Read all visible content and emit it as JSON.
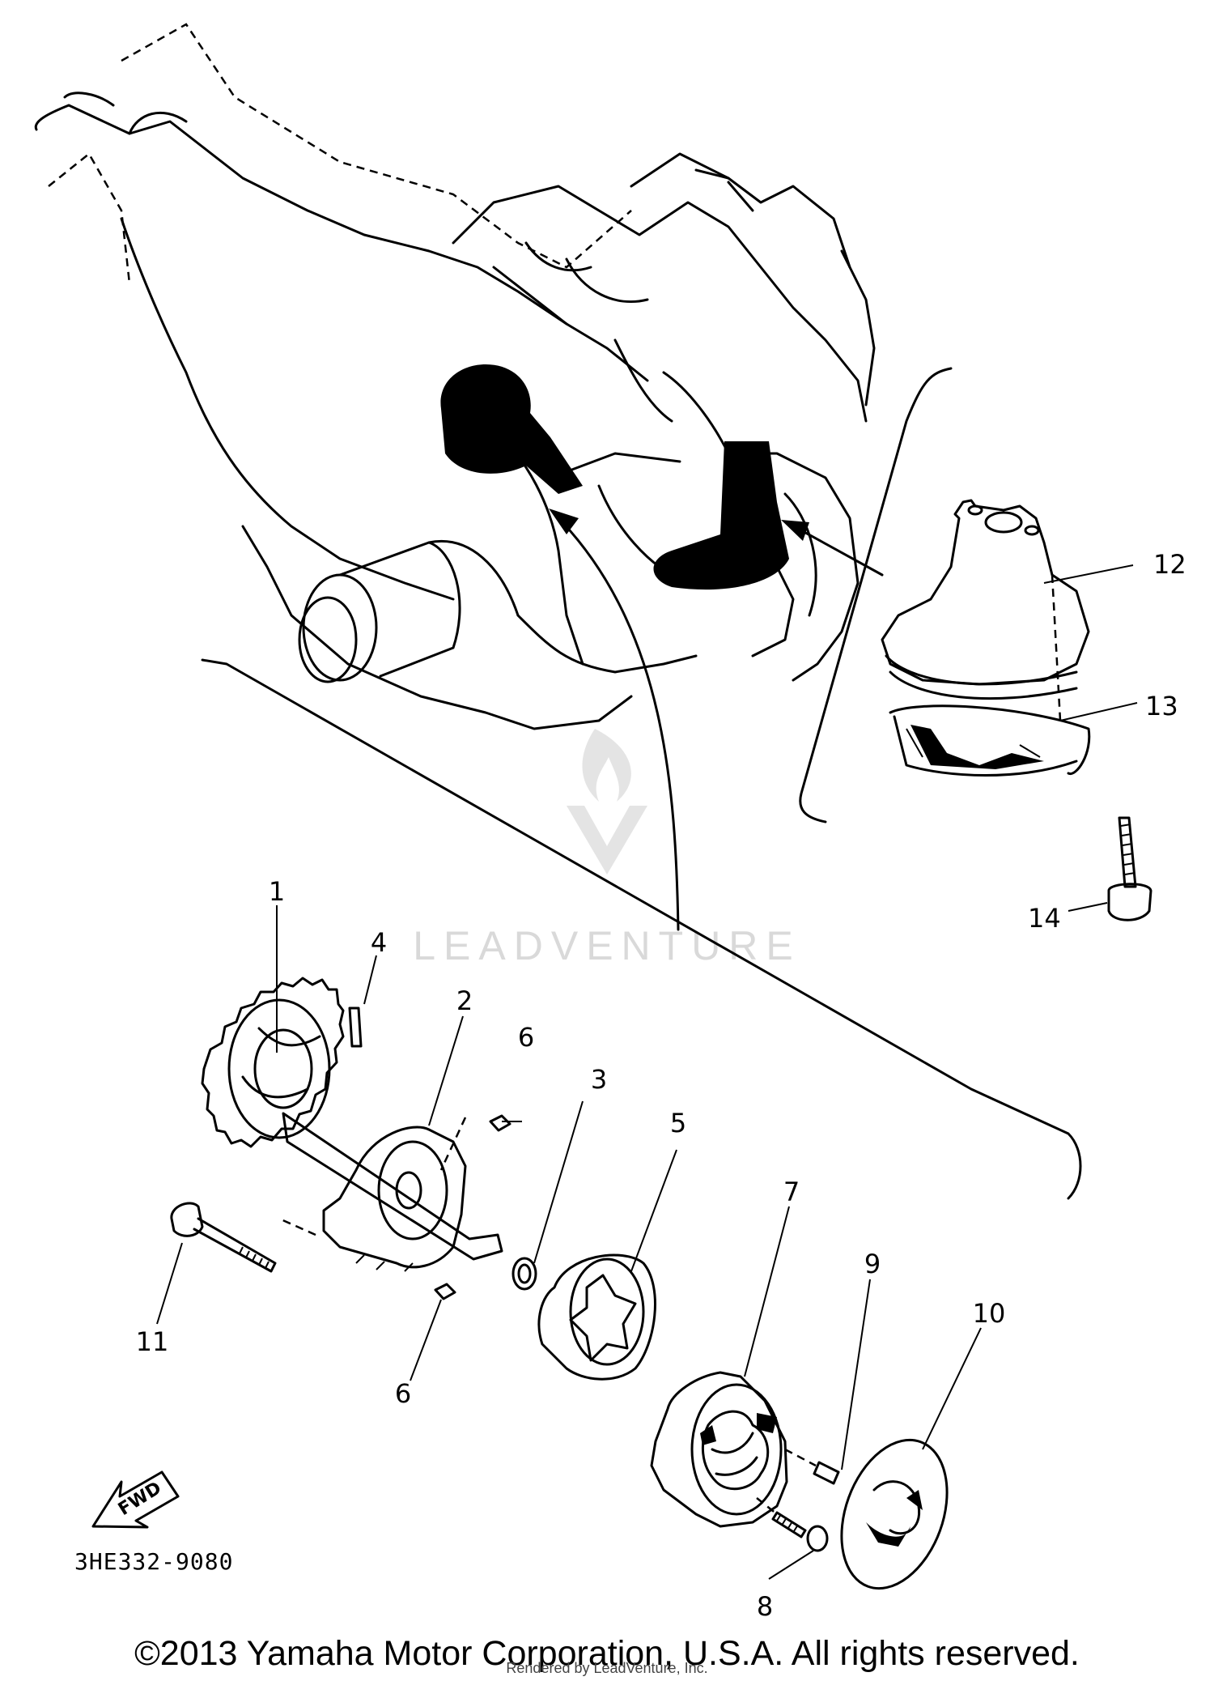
{
  "diagram": {
    "callouts": [
      {
        "id": "1",
        "label": "1"
      },
      {
        "id": "2",
        "label": "2"
      },
      {
        "id": "3",
        "label": "3"
      },
      {
        "id": "4",
        "label": "4"
      },
      {
        "id": "5",
        "label": "5"
      },
      {
        "id": "6a",
        "label": "6"
      },
      {
        "id": "6b",
        "label": "6"
      },
      {
        "id": "7",
        "label": "7"
      },
      {
        "id": "8",
        "label": "8"
      },
      {
        "id": "9",
        "label": "9"
      },
      {
        "id": "10",
        "label": "10"
      },
      {
        "id": "11",
        "label": "11"
      },
      {
        "id": "12",
        "label": "12"
      },
      {
        "id": "13",
        "label": "13"
      },
      {
        "id": "14",
        "label": "14"
      }
    ],
    "fwd_label": "FWD",
    "reference_code": "3HE332-9080",
    "watermark": "LEADVENTURE"
  },
  "footer": {
    "copyright": "©2013 Yamaha Motor Corporation, U.S.A. All rights reserved.",
    "rendered_by": "Rendered by LeadVenture, Inc."
  }
}
